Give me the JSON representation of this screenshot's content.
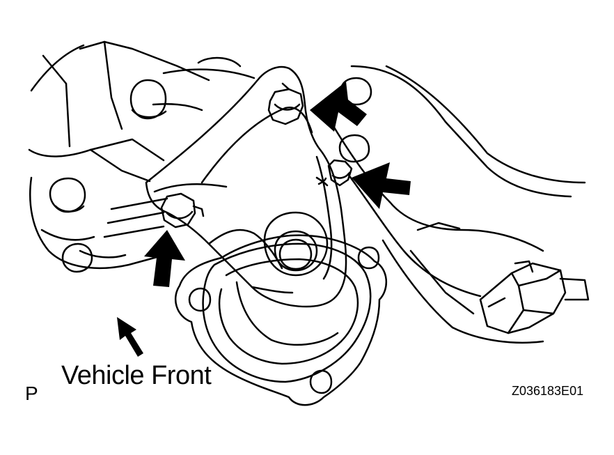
{
  "labels": {
    "direction": "Vehicle Front",
    "view_marker": "P",
    "figure_code": "Z036183E01"
  },
  "colors": {
    "line": "#000000",
    "fill": "#ffffff"
  },
  "icons": [
    "pointer-arrow-icon",
    "direction-arrow-icon"
  ]
}
